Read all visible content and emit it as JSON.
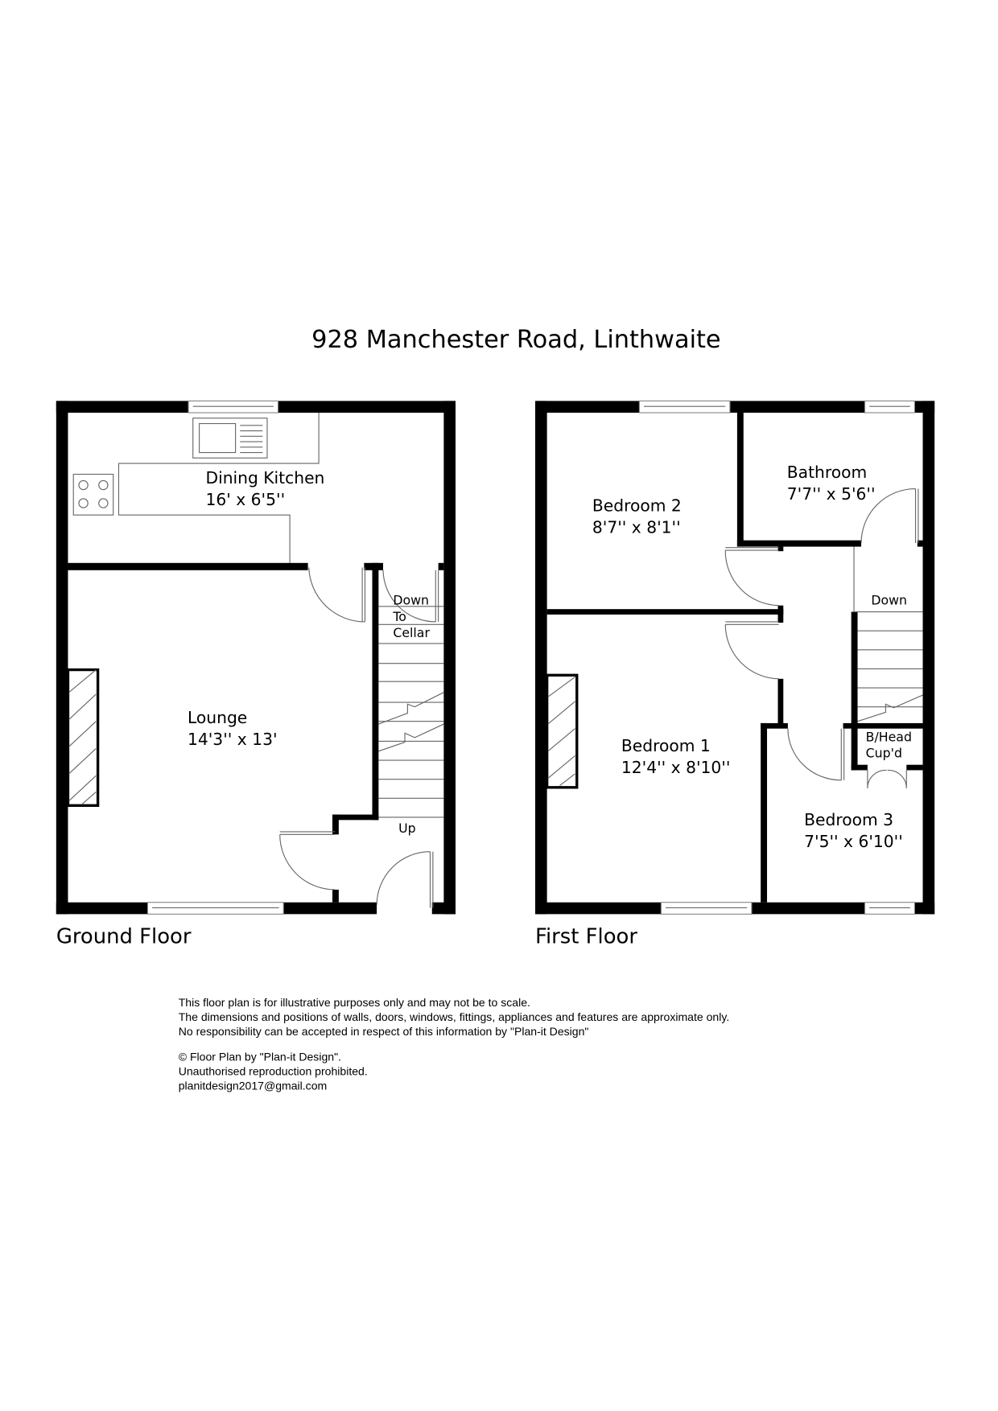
{
  "title": "928 Manchester Road, Linthwaite",
  "ground_floor": {
    "label": "Ground Floor",
    "rooms": [
      {
        "name": "Dining Kitchen",
        "size": "16' x 6'5''"
      },
      {
        "name": "Lounge",
        "size": "14'3'' x 13'"
      }
    ],
    "stairs_down": [
      "Down",
      "To",
      "Cellar"
    ],
    "stairs_up": "Up"
  },
  "first_floor": {
    "label": "First Floor",
    "rooms": [
      {
        "name": "Bedroom 2",
        "size": "8'7'' x 8'1''"
      },
      {
        "name": "Bathroom",
        "size": "7'7'' x 5'6''"
      },
      {
        "name": "Bedroom 1",
        "size": "12'4'' x 8'10''"
      },
      {
        "name": "Bedroom 3",
        "size": "7'5'' x 6'10''"
      }
    ],
    "cupboard": [
      "B/Head",
      "Cup'd"
    ],
    "stairs_down": "Down"
  },
  "disclaimer": [
    "This floor plan is for illustrative purposes only and may not be to scale.",
    "The dimensions and positions of walls, doors, windows, fittings, appliances and features are approximate only.",
    "No responsibility can be accepted in respect of this information by \"Plan-it Design\""
  ],
  "credits": [
    "© Floor Plan by \"Plan-it Design\".",
    "Unauthorised reproduction prohibited.",
    "planitdesign2017@gmail.com"
  ]
}
